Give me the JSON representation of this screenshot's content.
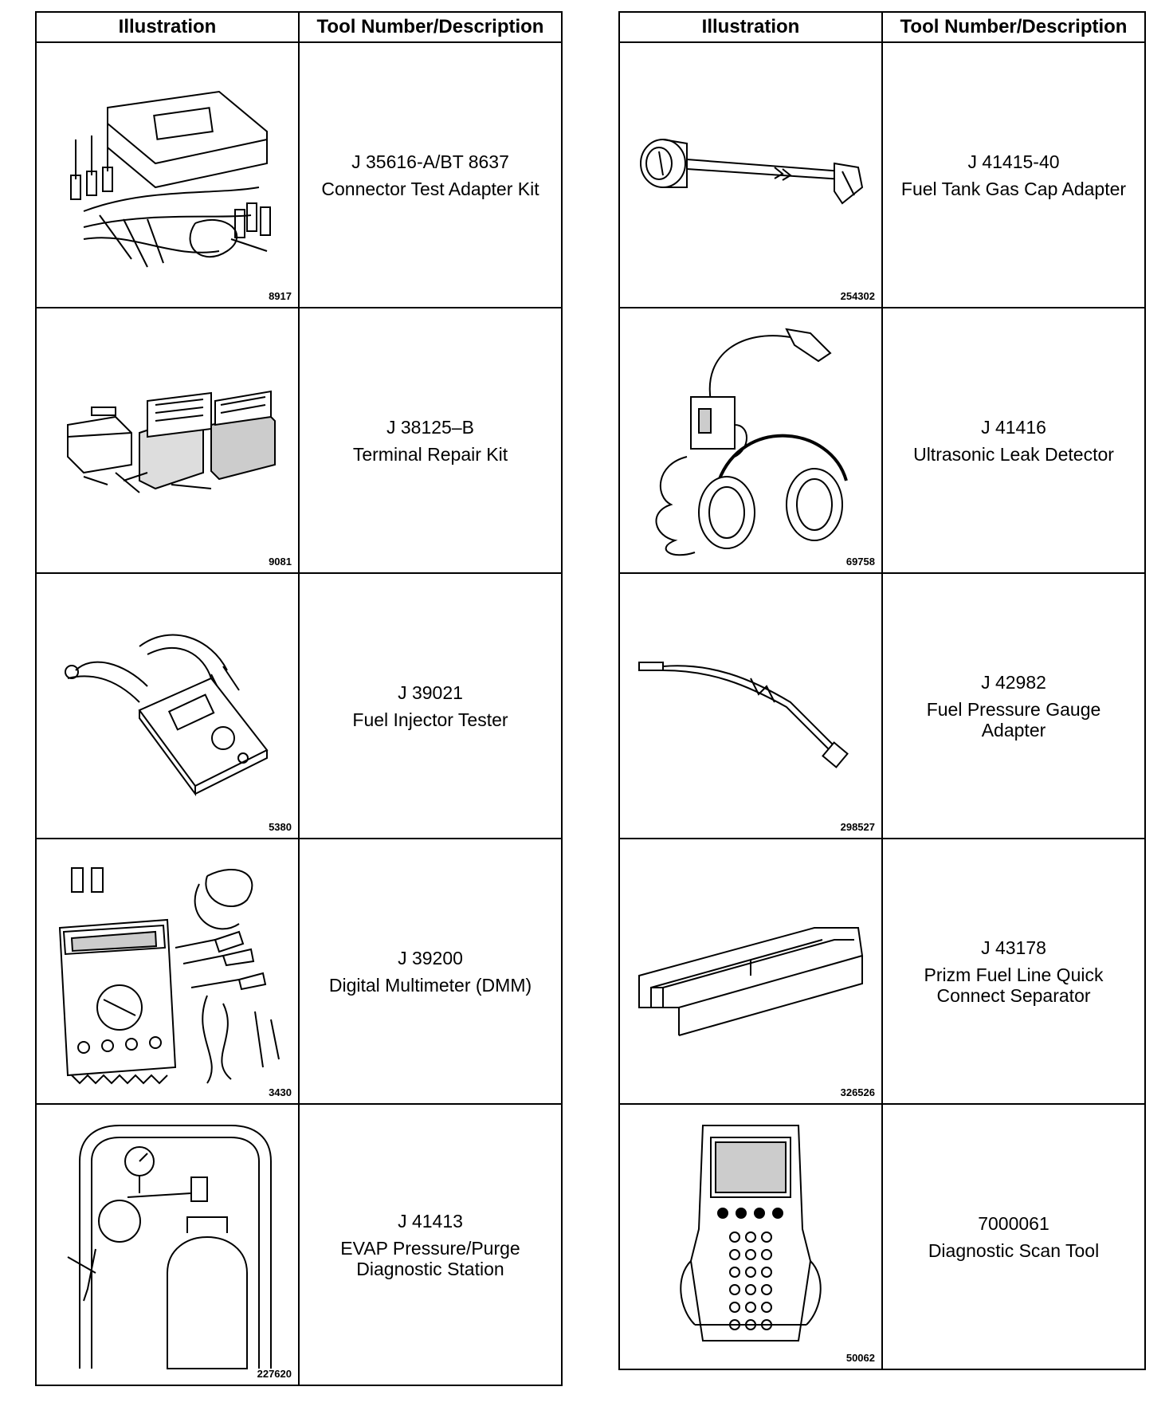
{
  "headers": {
    "illustration": "Illustration",
    "tool": "Tool Number/Description"
  },
  "left_rows": [
    {
      "figure": "8917",
      "number": "J 35616-A/BT 8637",
      "description": "Connector Test Adapter Kit",
      "icon": "connector-test-adapter-kit-icon"
    },
    {
      "figure": "9081",
      "number": "J 38125–B",
      "description": "Terminal Repair Kit",
      "icon": "terminal-repair-kit-icon"
    },
    {
      "figure": "5380",
      "number": "J 39021",
      "description": "Fuel Injector Tester",
      "icon": "fuel-injector-tester-icon"
    },
    {
      "figure": "3430",
      "number": "J 39200",
      "description": "Digital Multimeter (DMM)",
      "icon": "digital-multimeter-icon"
    },
    {
      "figure": "227620",
      "number": "J 41413",
      "description": "EVAP Pressure/Purge\nDiagnostic Station",
      "icon": "evap-diagnostic-station-icon"
    }
  ],
  "right_rows": [
    {
      "figure": "254302",
      "number": "J 41415-40",
      "description": "Fuel Tank Gas Cap Adapter",
      "icon": "gas-cap-adapter-icon"
    },
    {
      "figure": "69758",
      "number": "J 41416",
      "description": "Ultrasonic Leak Detector",
      "icon": "ultrasonic-leak-detector-icon"
    },
    {
      "figure": "298527",
      "number": "J 42982",
      "description": "Fuel Pressure Gauge\nAdapter",
      "icon": "fuel-pressure-gauge-adapter-icon"
    },
    {
      "figure": "326526",
      "number": "J 43178",
      "description": "Prizm Fuel Line Quick\nConnect Separator",
      "icon": "quick-connect-separator-icon"
    },
    {
      "figure": "50062",
      "number": "7000061",
      "description": "Diagnostic Scan Tool",
      "icon": "diagnostic-scan-tool-icon"
    }
  ]
}
